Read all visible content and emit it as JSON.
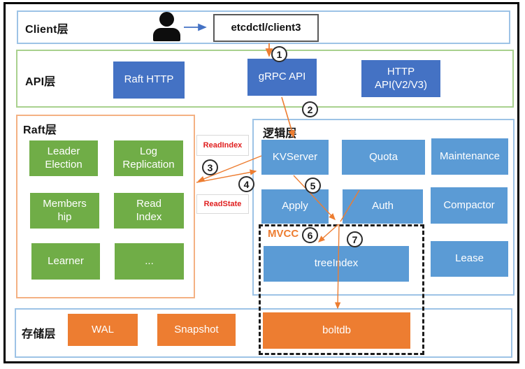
{
  "layers": {
    "client": {
      "label": "Client层",
      "client_tool": "etcdctl/client3"
    },
    "api": {
      "label": "API层",
      "raft_http": "Raft HTTP",
      "grpc_api": "gRPC API",
      "http_api": "HTTP\nAPI(V2/V3)"
    },
    "raft": {
      "label": "Raft层",
      "leader_election": "Leader\nElection",
      "log_replication": "Log\nReplication",
      "membership": "Members\nhip",
      "read_index": "Read\nIndex",
      "learner": "Learner",
      "more": "..."
    },
    "logic": {
      "label": "逻辑层",
      "kvserver": "KVServer",
      "quota": "Quota",
      "maintenance": "Maintenance",
      "apply": "Apply",
      "auth": "Auth",
      "compactor": "Compactor",
      "lease": "Lease",
      "mvcc": {
        "label": "MVCC",
        "tree_index": "treeIndex"
      }
    },
    "storage": {
      "label": "存储层",
      "wal": "WAL",
      "snapshot": "Snapshot",
      "boltdb": "boltdb"
    }
  },
  "annotations": {
    "read_index": "ReadIndex",
    "read_state": "ReadState"
  },
  "steps": {
    "s1": "1",
    "s2": "2",
    "s3": "3",
    "s4": "4",
    "s5": "5",
    "s6": "6",
    "s7": "7"
  },
  "colors": {
    "api_box": "#4472C4",
    "logic_box": "#5B9BD5",
    "raft_box": "#70AD47",
    "storage_box": "#ED7D31",
    "arrow": "#ED7D31",
    "client_arrow": "#4472C4",
    "client_border": "#9DC3E6",
    "api_border": "#A9D18E",
    "raft_border": "#F4B183",
    "logic_border": "#9DC3E6",
    "storage_border": "#9DC3E6",
    "annotation_text": "#E02020",
    "mvcc_label": "#ED7D31"
  }
}
